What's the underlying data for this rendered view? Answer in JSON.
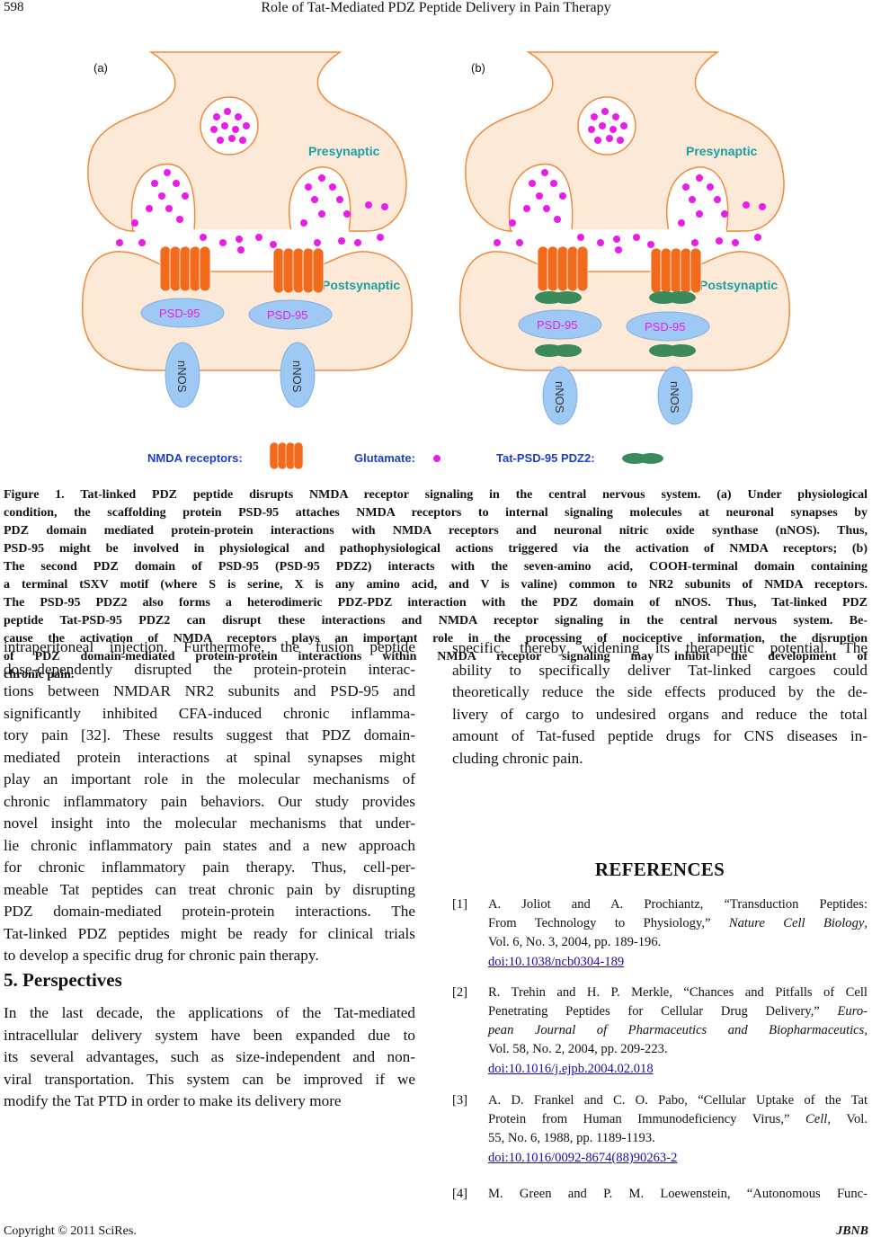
{
  "header": {
    "page_number": "598",
    "running_title": "Role of Tat-Mediated PDZ Peptide Delivery in Pain Therapy"
  },
  "figure": {
    "panel_a_label": "(a)",
    "panel_b_label": "(b)",
    "presynaptic_label": "Presynaptic",
    "postsynaptic_label": "Postsynaptic",
    "psd95_label": "PSD-95",
    "nnos_label": "nNOS",
    "legend_nmda": "NMDA receptors:",
    "legend_glutamate": "Glutamate:",
    "legend_tat": "Tat-PSD-95 PDZ2:",
    "colors": {
      "membrane": "#fde9d8",
      "membrane_stroke": "#f08a3c",
      "receptor": "#f26a1b",
      "glutamate": "#e81ee8",
      "protein": "#9ec9f5",
      "protein_text": "#e81ee8",
      "tat_peptide": "#3a8a5c",
      "syn_label": "#1aa0a0",
      "legend_text": "#1a3fd1"
    }
  },
  "caption": {
    "lines": [
      "Figure 1. Tat-linked PDZ peptide disrupts NMDA receptor signaling in the central nervous system. (a) Under physiological",
      "condition, the scaffolding protein PSD-95 attaches NMDA receptors to internal signaling molecules at neuronal synapses by",
      "PDZ domain mediated protein-protein interactions with NMDA receptors and neuronal nitric oxide synthase (nNOS). Thus,",
      "PSD-95 might be involved in physiological and pathophysiological actions triggered via the activation of NMDA receptors; (b)",
      "The second PDZ domain of PSD-95 (PSD-95 PDZ2) interacts with the seven-amino acid, COOH-terminal domain containing",
      "a terminal tSXV motif (where S is serine, X is any amino acid, and V is valine) common to NR2 subunits of NMDA receptors.",
      "The PSD-95 PDZ2 also forms a heterodimeric PDZ-PDZ interaction with the PDZ domain of nNOS. Thus, Tat-linked PDZ",
      "peptide Tat-PSD-95 PDZ2 can disrupt these interactions and NMDA receptor signaling in the central nervous system. Be-",
      "cause the activation of NMDA receptors plays an important role in the processing of nociceptive information, the disruption",
      "of PDZ domain-mediated protein-protein interactions within NMDA receptor signaling may inhibit the development of",
      "chronic pain."
    ]
  },
  "left_column": {
    "paragraph1_lines": [
      "intraperitoneal injection. Furthermore, the fusion peptide",
      "dose-dependently disrupted the protein-protein interac-",
      "tions between NMDAR NR2 subunits and PSD-95 and",
      "significantly inhibited CFA-induced chronic inflamma-",
      "tory pain [32]. These results suggest that PDZ domain-",
      "mediated protein interactions at spinal synapses might",
      "play an important role in the molecular mechanisms of",
      "chronic inflammatory pain behaviors. Our study provides",
      "novel insight into the molecular mechanisms that under-",
      "lie chronic inflammatory pain states and a new approach",
      "for chronic inflammatory pain therapy. Thus, cell-per-",
      "meable Tat peptides can treat chronic pain by disrupting",
      "PDZ domain-mediated protein-protein interactions. The",
      "Tat-linked PDZ peptides might be ready for clinical trials",
      "to develop a specific drug for chronic pain therapy."
    ],
    "section_heading": "5. Perspectives",
    "paragraph2_lines": [
      "In the last decade, the applications of the Tat-mediated",
      "intracellular delivery system have been expanded due to",
      "its several advantages, such as size-independent and non-",
      "viral transportation. This system can be improved if we",
      "modify the Tat PTD in order to make its delivery more"
    ]
  },
  "right_column": {
    "paragraph_lines": [
      "specific, thereby widening its therapeutic potential. The",
      "ability to specifically deliver Tat-linked cargoes could",
      "theoretically reduce the side effects produced by the de-",
      "livery of cargo to undesired organs and reduce the total",
      "amount of Tat-fused peptide drugs for CNS diseases in-",
      "cluding chronic pain."
    ],
    "references_heading": "REFERENCES",
    "references": [
      {
        "num": "[1]",
        "lines": [
          "A. Joliot and A. Prochiantz, “Transduction Peptides:",
          "From Technology to Physiology,” {i}Nature Cell Biology{/i},",
          "Vol. 6, No. 3, 2004, pp. 189-196."
        ],
        "doi": "doi:10.1038/ncb0304-189"
      },
      {
        "num": "[2]",
        "lines": [
          "R. Trehin and H. P. Merkle, “Chances and Pitfalls of Cell",
          "Penetrating Peptides for Cellular Drug Delivery,” {i}Euro-{/i}",
          "{i}pean Journal of Pharmaceutics and Biopharmaceutics{/i},",
          "Vol. 58, No. 2, 2004, pp. 209-223."
        ],
        "doi": "doi:10.1016/j.ejpb.2004.02.018"
      },
      {
        "num": "[3]",
        "lines": [
          "A. D. Frankel and C. O. Pabo, “Cellular Uptake of the Tat",
          "Protein from Human Immunodeficiency Virus,” {i}Cell{/i}, Vol.",
          "55, No. 6, 1988, pp. 1189-1193."
        ],
        "doi": "doi:10.1016/0092-8674(88)90263-2"
      },
      {
        "num": "[4]",
        "lines": [
          "M. Green and P. M. Loewenstein, “Autonomous Func-"
        ],
        "doi": ""
      }
    ]
  },
  "footer": {
    "copyright": "Copyright © 2011 SciRes.",
    "journal": "JBNB"
  }
}
